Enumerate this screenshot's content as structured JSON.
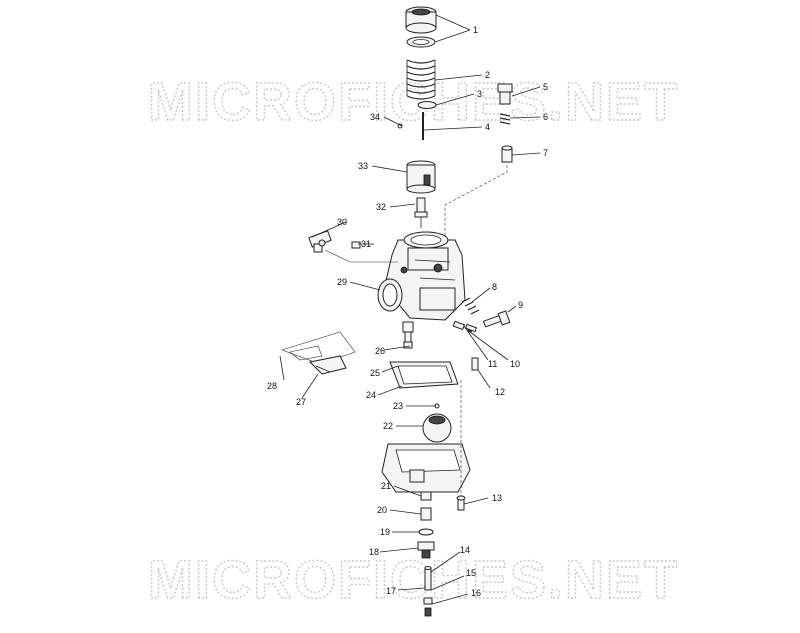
{
  "watermark": {
    "text": "MICROFICHES.NET",
    "color": "#c8c8c8"
  },
  "callouts": [
    "1",
    "2",
    "3",
    "4",
    "5",
    "6",
    "7",
    "8",
    "9",
    "10",
    "11",
    "12",
    "13",
    "14",
    "15",
    "16",
    "17",
    "18",
    "19",
    "20",
    "21",
    "22",
    "23",
    "24",
    "25",
    "26",
    "27",
    "28",
    "29",
    "30",
    "31",
    "32",
    "33",
    "34"
  ]
}
